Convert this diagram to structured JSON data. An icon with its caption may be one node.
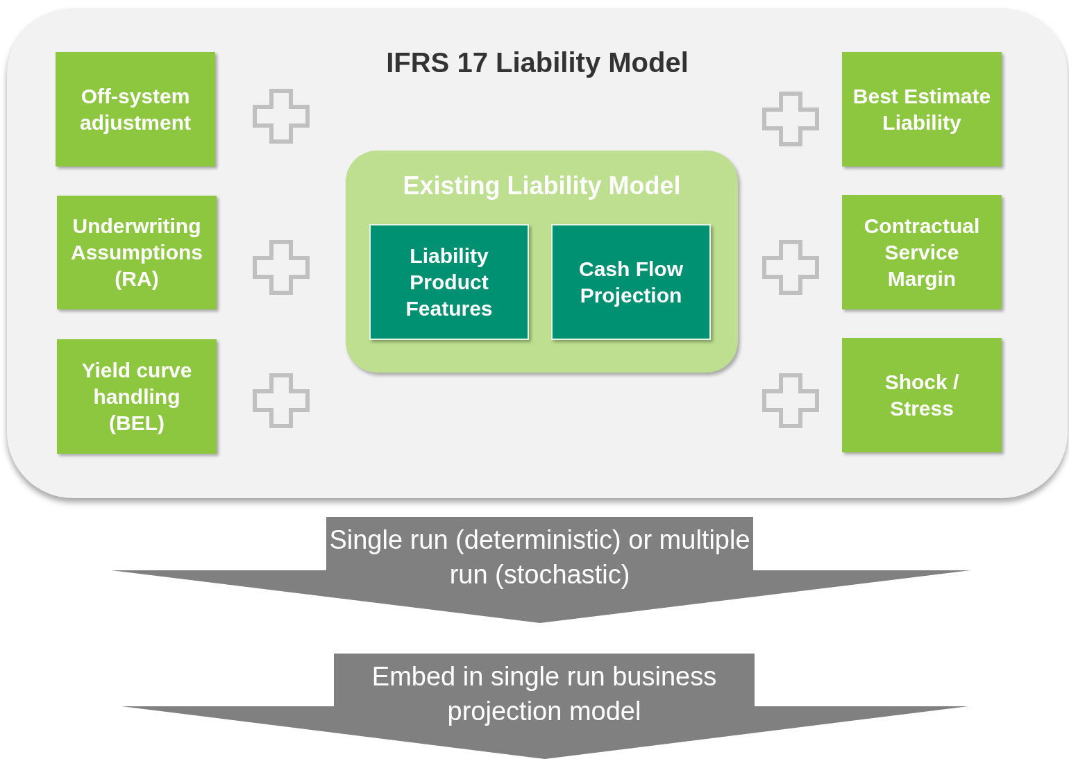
{
  "diagram": {
    "nodes": [
      {
        "text": [
          "IFRS 17 Liability Model"
        ]
      },
      {
        "text": [
          "Off-system adjustment"
        ],
        "in": 0
      },
      {
        "text": [
          "Underwriting Assumptions (RA)"
        ],
        "in": 0
      },
      {
        "text": [
          "Yield curve handling (BEL)"
        ],
        "in": 0
      },
      {
        "text": [
          "Existing Liability Model"
        ],
        "in": 0
      },
      {
        "text": [
          "Liability Product Features"
        ],
        "in": 4
      },
      {
        "text": [
          "Cash Flow Projection"
        ],
        "in": 4
      },
      {
        "text": [
          "Best Estimate Liability"
        ],
        "in": 0
      },
      {
        "text": [
          "Contractual Service Margin"
        ],
        "in": 0
      },
      {
        "text": [
          "Shock / Stress"
        ],
        "in": 0
      },
      {
        "text": [
          "Single run (deterministic) or multiple run (stochastic)"
        ]
      },
      {
        "text": [
          "Embed in single run business projection model"
        ]
      }
    ]
  }
}
